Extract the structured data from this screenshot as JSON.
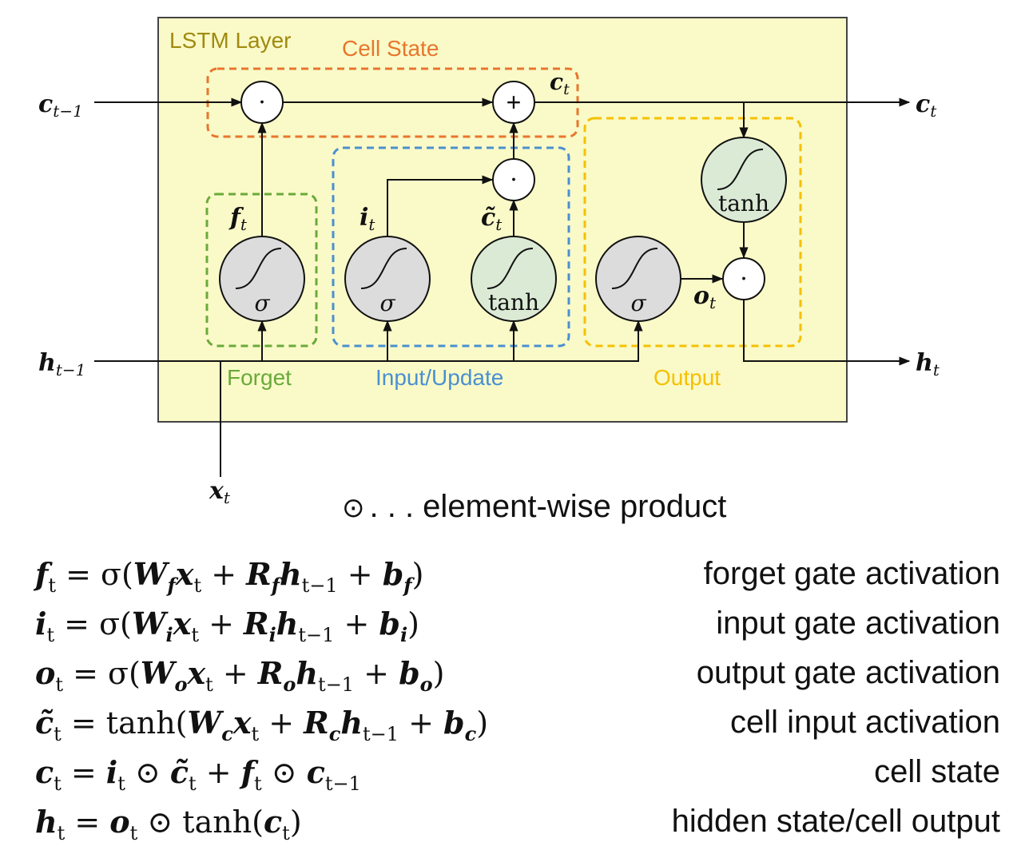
{
  "layer_title": "LSTM Layer",
  "cell_state_label": "Cell State",
  "group_labels": {
    "forget": "Forget",
    "input": "Input/Update",
    "output": "Output"
  },
  "activation_symbols": {
    "sigmoid": "σ",
    "tanh": "tanh"
  },
  "operator_symbols": {
    "product": "·",
    "sum": "+"
  },
  "legend": {
    "symbol": "⊙",
    "text": ". . . element-wise product"
  },
  "colors": {
    "layer_fill": "#fafac8",
    "layer_border": "#444444",
    "layer_title": "#a08a10",
    "cell_state": "#e8762d",
    "forget": "#6aaa3a",
    "input": "#4a90d0",
    "output": "#f5c000",
    "sigmoid_fill": "#dcdcdc",
    "tanh_fill": "#dbead5"
  },
  "equations": [
    {
      "id": "forget-gate",
      "description": "forget gate activation"
    },
    {
      "id": "input-gate",
      "description": "input gate activation"
    },
    {
      "id": "output-gate",
      "description": "output gate activation"
    },
    {
      "id": "cell-input",
      "description": "cell input activation"
    },
    {
      "id": "cell-state",
      "description": "cell state"
    },
    {
      "id": "hidden-state",
      "description": "hidden state/cell output"
    }
  ]
}
